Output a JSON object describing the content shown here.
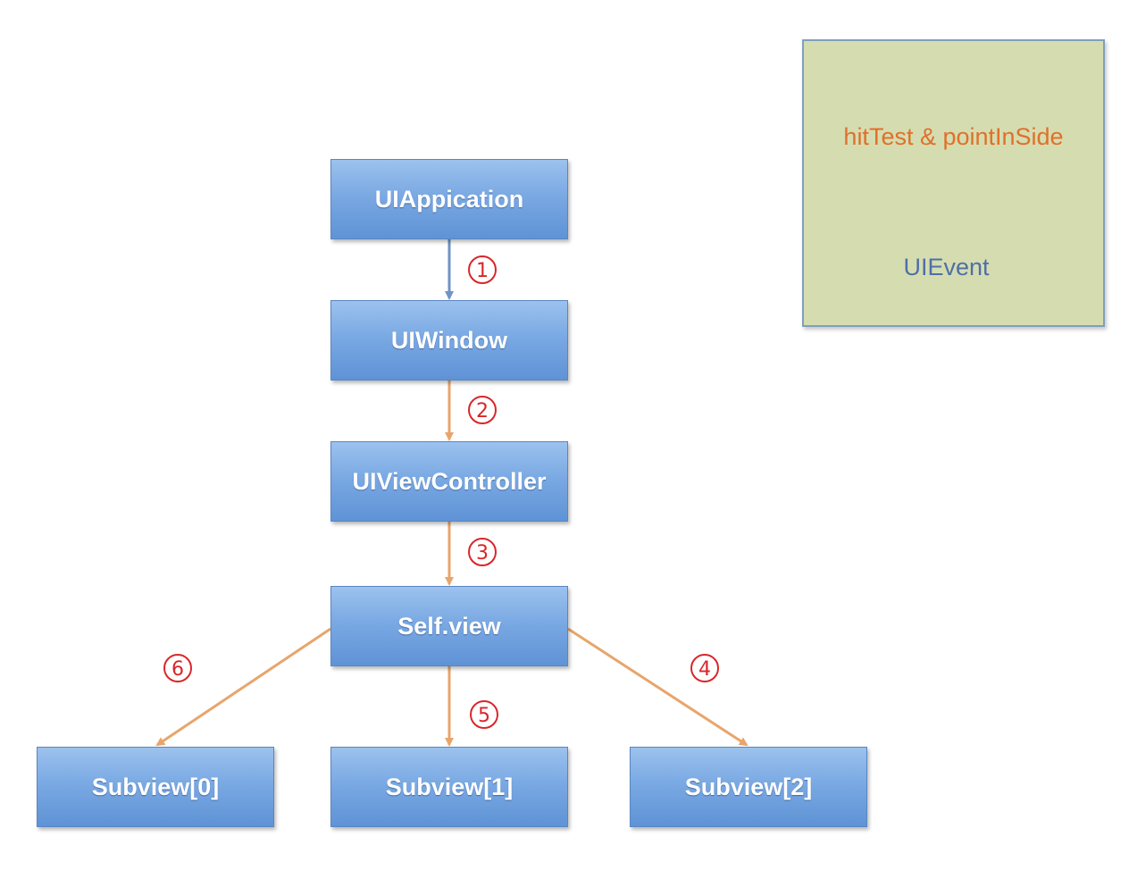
{
  "nodes": {
    "ui_application": "UIAppication",
    "ui_window": "UIWindow",
    "ui_view_controller": "UIViewController",
    "self_view": "Self.view",
    "subview_0": "Subview[0]",
    "subview_1": "Subview[1]",
    "subview_2": "Subview[2]"
  },
  "steps": [
    "1",
    "2",
    "3",
    "4",
    "5",
    "6"
  ],
  "legend": {
    "hit_test_label": "hitTest & pointInSide",
    "ui_event_label": "UIEvent"
  },
  "colors": {
    "hit_test_arrow": "#e8a56b",
    "ui_event_arrow": "#6f93c4",
    "step_number": "#d9262a",
    "node_fill": "#7aa9e3",
    "legend_fill": "#d5ddb0"
  }
}
